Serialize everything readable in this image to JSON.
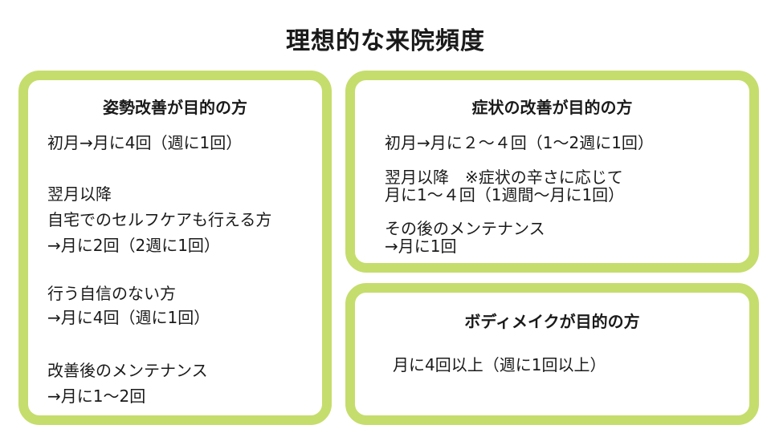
{
  "title": "理想的な来院頻度",
  "left_card": {
    "heading": "姿勢改善が目的の方",
    "lines": [
      "初月→月に4回（週に1回）",
      "翌月以降",
      "自宅でのセルフケアも行える方",
      "→月に2回（2週に1回）",
      "行う自信のない方",
      "→月に4回（週に1回）",
      "改善後のメンテナンス",
      "→月に1〜2回"
    ]
  },
  "right_top_card": {
    "heading": "症状の改善が目的の方",
    "lines": [
      "初月→月に２〜４回（1〜2週に1回）",
      "翌月以降　※症状の辛さに応じて",
      "月に1〜４回（1週間〜月に1回）",
      "その後のメンテナンス",
      "→月に1回"
    ]
  },
  "right_bottom_card": {
    "heading": "ボディメイクが目的の方",
    "lines": [
      "月に4回以上（週に1回以上）"
    ]
  },
  "colors": {
    "card_border": "#c5dd6c",
    "text": "#1a1a1a",
    "background": "#ffffff"
  }
}
